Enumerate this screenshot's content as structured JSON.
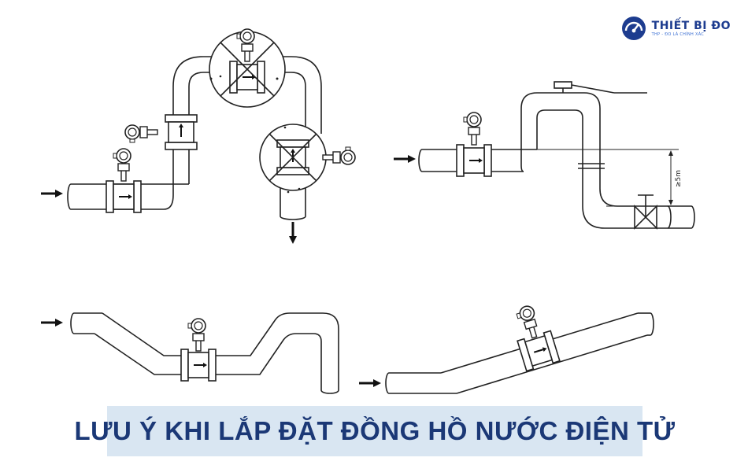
{
  "logo": {
    "brand_name": "THIẾT BỊ ĐO",
    "tagline": "THP - ĐO LÀ CHÍNH XÁC",
    "accent_color": "#1d3c8f",
    "icon": "gauge-logo-icon"
  },
  "diagram": {
    "distance_label": "≥5m"
  },
  "title_banner": {
    "text": "LƯU Ý KHI LẮP ĐẶT ĐỒNG HỒ NƯỚC ĐIỆN TỬ",
    "background_color": "#d9e6f2",
    "text_color": "#1b3876"
  }
}
